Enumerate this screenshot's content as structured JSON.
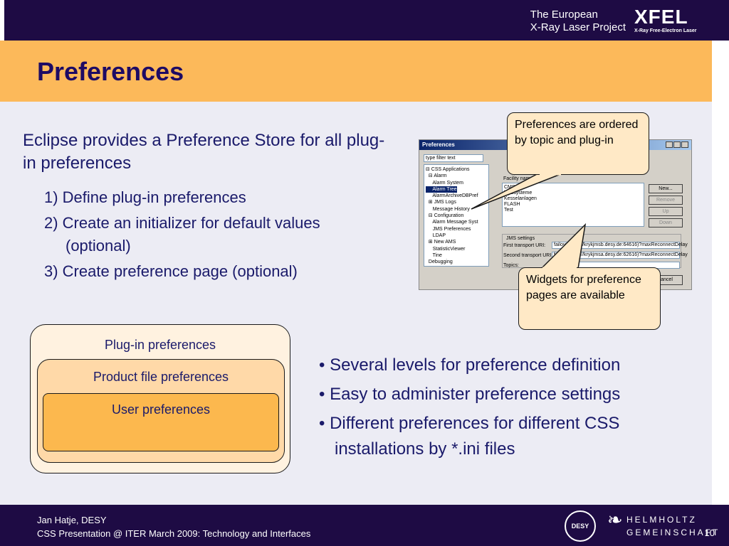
{
  "header": {
    "org_line1": "The European",
    "org_line2": "X-Ray Laser Project",
    "logo_main": "XFEL",
    "logo_sub": "X-Ray Free-Electron Laser"
  },
  "slide": {
    "title": "Preferences",
    "intro": "Eclipse provides a Preference Store for all plug-in preferences",
    "steps": [
      "1) Define plug-in preferences",
      "2) Create an initializer for default values (optional)",
      "3) Create preference page (optional)"
    ],
    "callout_top": "Preferences are ordered by topic and plug-in",
    "callout_bottom": "Widgets for preference pages are available",
    "boxes": {
      "outer": "Plug-in preferences",
      "middle": "Product file preferences",
      "inner": "User preferences"
    },
    "bullets": [
      "Several levels for preference definition",
      "Easy to administer preference settings",
      "Different preferences for different CSS installations by *.ini files"
    ]
  },
  "screenshot": {
    "window_title": "Preferences",
    "filter_text": "type filter text",
    "tree": [
      "⊟ CSS Applications",
      "  ⊟ Alarm",
      "     Alarm System",
      "     Alarm Tree",
      "     AlarmArchiveDBPref",
      "  ⊞ JMS Logs",
      "     Message History",
      "  ⊟ Configuration",
      "     Alarm Message Syst",
      "     JMS Preferences",
      "     LDAP",
      "  ⊞ New AMS",
      "     StatisticViewer",
      "     Tine",
      "  Debugging"
    ],
    "tree_selected_index": 3,
    "facility_label": "Facility name",
    "list_items": [
      "CMS",
      "kryosysteme",
      "Kesselanlagen",
      "FLASH",
      "Test"
    ],
    "btn_new": "New...",
    "btn_remove": "Remove",
    "btn_up": "Up",
    "btn_down": "Down",
    "jms_group": "JMS settings",
    "first_uri_label": "First transport URI:",
    "first_uri_value": "failover:(tcp://krykjmsb.desy.de:64616)?maxReconnectDelay",
    "second_uri_label": "Second transport URI:",
    "second_uri_value": "failover:(tcp://krykjmsa.desy.de:62616)?maxReconnectDelay",
    "topics_label": "Topics:",
    "btn_cancel": "Cancel"
  },
  "footer": {
    "author": "Jan Hatje, DESY",
    "event": "CSS Presentation @ ITER March 2009: Technology and Interfaces",
    "desy_logo": "DESY",
    "helm_line1": "HELMHOLTZ",
    "helm_line2": "GEMEINSCHAFT",
    "page_number": "10"
  },
  "colors": {
    "header_bg": "#1e0b44",
    "title_band": "#fcb95a",
    "title_text": "#1e0b64",
    "content_bg": "#ececf4",
    "callout_bg": "#ffe9c6"
  }
}
